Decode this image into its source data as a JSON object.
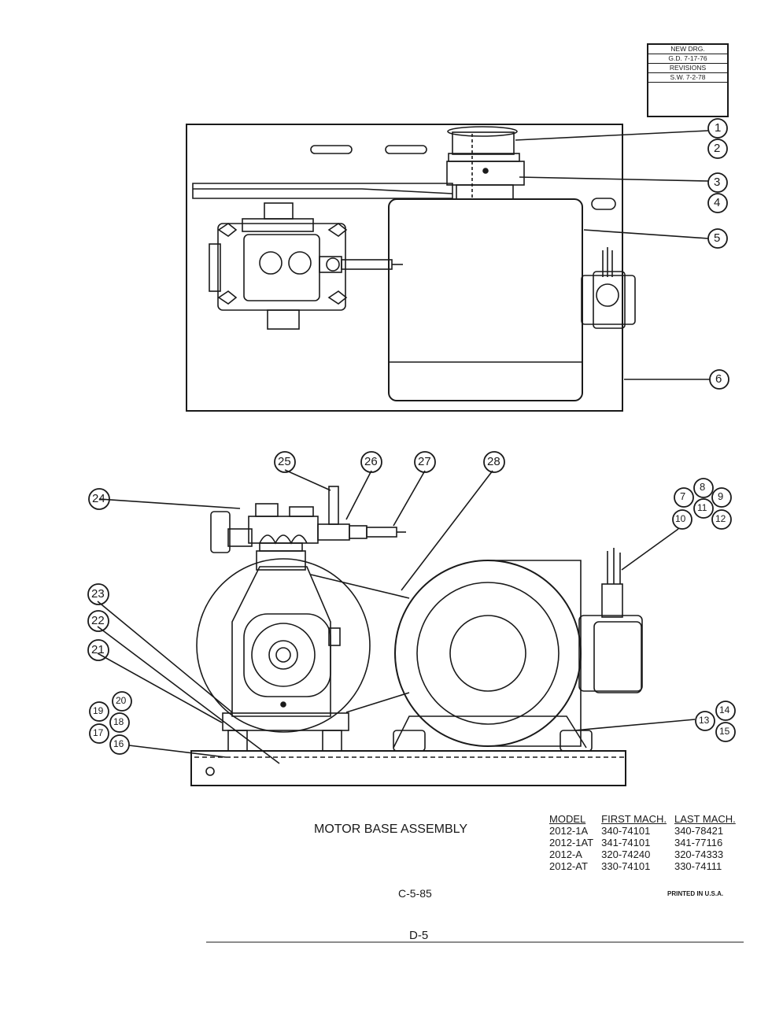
{
  "revision_box": {
    "line1": "NEW DRG.",
    "line2": "G.D. 7-17-76",
    "line3": "REVISIONS",
    "line4": "S.W. 7-2-78"
  },
  "callouts": [
    "1",
    "2",
    "3",
    "4",
    "5",
    "6",
    "7",
    "8",
    "9",
    "10",
    "11",
    "12",
    "13",
    "14",
    "15",
    "16",
    "17",
    "18",
    "19",
    "20",
    "21",
    "22",
    "23",
    "24",
    "25",
    "26",
    "27",
    "28"
  ],
  "title": "MOTOR BASE ASSEMBLY",
  "model_table": {
    "headers": [
      "MODEL",
      "FIRST MACH.",
      "LAST MACH."
    ],
    "rows": [
      [
        "2012-1A",
        "340-74101",
        "340-78421"
      ],
      [
        "2012-1AT",
        "341-74101",
        "341-77116"
      ],
      [
        "2012-A",
        "320-74240",
        "320-74333"
      ],
      [
        "2012-AT",
        "330-74101",
        "330-74111"
      ]
    ]
  },
  "drawing_code": "C-5-85",
  "printed": "PRINTED IN U.S.A.",
  "page_label": "D-5"
}
